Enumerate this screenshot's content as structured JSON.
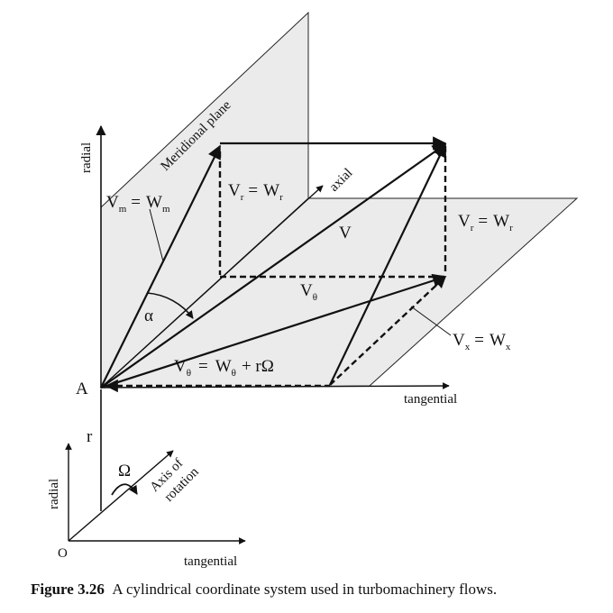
{
  "labels": {
    "radial_upper": "radial",
    "meridional_plane": "Meridional plane",
    "axial": "axial",
    "v": "V",
    "alpha": "α",
    "point_a": "A",
    "tangential_upper": "tangential",
    "r": "r",
    "omega": "Ω",
    "axis_of": "Axis of",
    "rotation": "rotation",
    "radial_lower": "radial",
    "origin": "O",
    "tangential_lower": "tangential"
  },
  "equations": {
    "vm_eq": {
      "a": "V",
      "a_sub": "m",
      "eq": "=",
      "b": "W",
      "b_sub": "m"
    },
    "vr_eq_left": {
      "a": "V",
      "a_sub": "r",
      "eq": "=",
      "b": "W",
      "b_sub": "r"
    },
    "vr_eq_right": {
      "a": "V",
      "a_sub": "r",
      "eq": "=",
      "b": "W",
      "b_sub": "r"
    },
    "vtheta": {
      "a": "V",
      "a_sub": "θ"
    },
    "vx_eq": {
      "a": "V",
      "a_sub": "x",
      "eq": "=",
      "b": "W",
      "b_sub": "x"
    },
    "vtheta_eq": {
      "a": "V",
      "a_sub": "θ",
      "eq": "=",
      "b": "W",
      "b_sub": "θ",
      "tail": "+ rΩ"
    }
  },
  "caption": {
    "number": "Figure 3.26",
    "text": "A cylindrical coordinate system used in turbomachinery flows."
  }
}
